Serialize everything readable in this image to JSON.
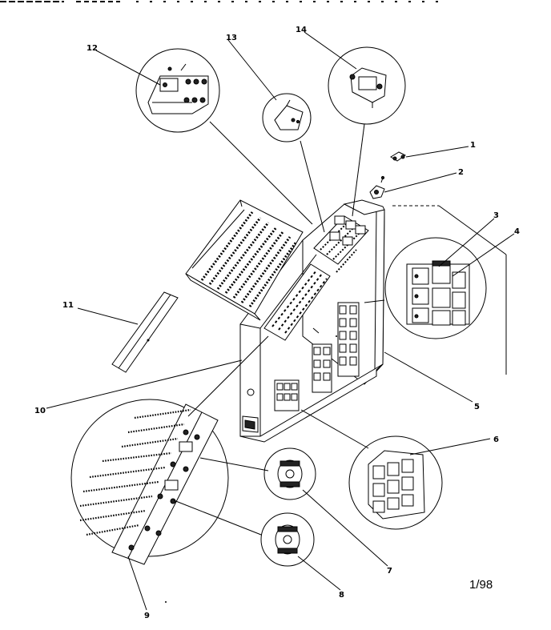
{
  "callouts": [
    {
      "id": "1",
      "label": "1"
    },
    {
      "id": "2",
      "label": "2"
    },
    {
      "id": "3",
      "label": "3"
    },
    {
      "id": "4",
      "label": "4"
    },
    {
      "id": "5",
      "label": "5"
    },
    {
      "id": "6",
      "label": "6"
    },
    {
      "id": "7",
      "label": "7"
    },
    {
      "id": "8",
      "label": "8"
    },
    {
      "id": "9",
      "label": "9"
    },
    {
      "id": "10",
      "label": "10"
    },
    {
      "id": "11",
      "label": "11"
    },
    {
      "id": "12",
      "label": "12"
    },
    {
      "id": "13",
      "label": "13"
    },
    {
      "id": "14",
      "label": "14"
    }
  ],
  "date_code": "1/98"
}
